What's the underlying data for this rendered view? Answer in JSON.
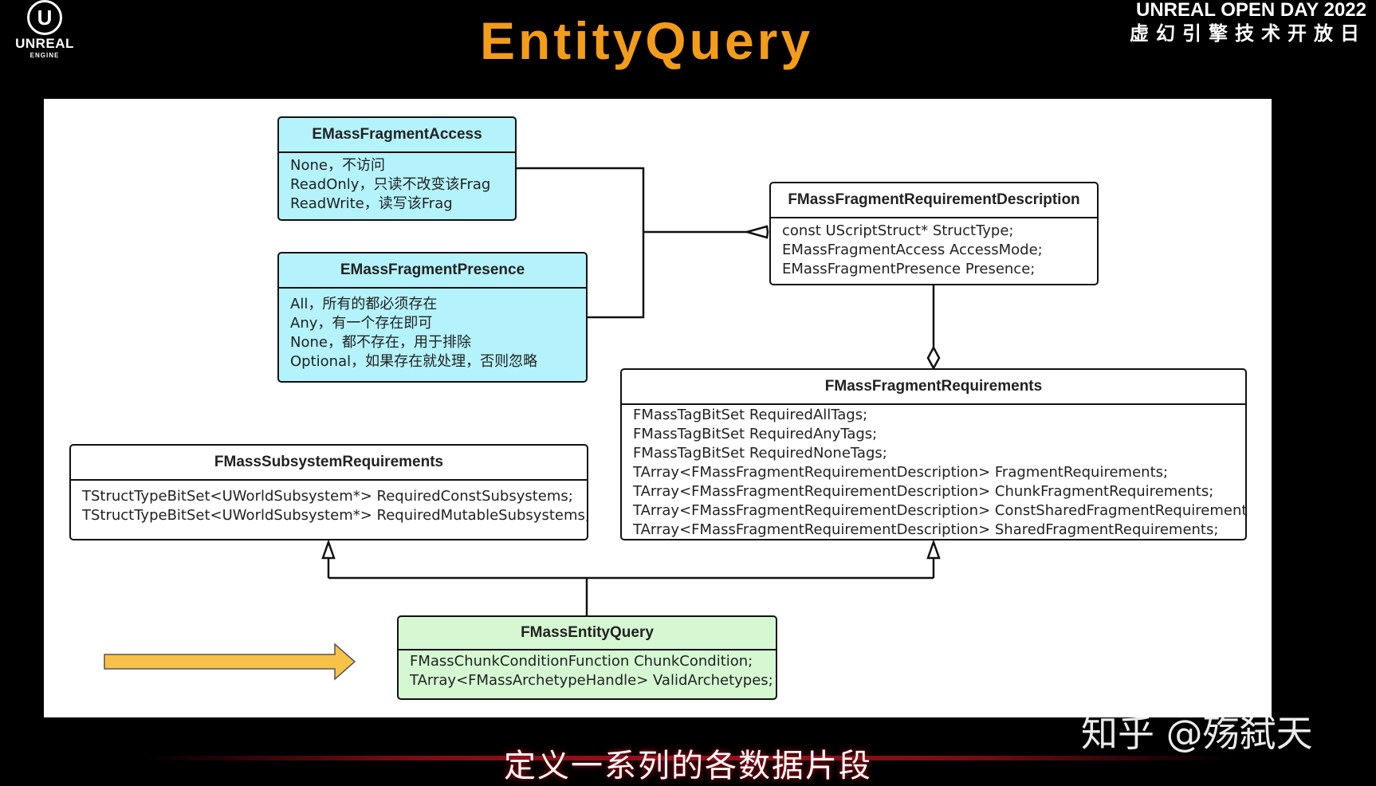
{
  "header": {
    "logo_mark": "U",
    "logo_line1": "UNREAL",
    "logo_line2": "ENGINE",
    "title": "EntityQuery",
    "event_line1": "UNREAL OPEN DAY 2022",
    "event_line2": "虚幻引擎技术开放日"
  },
  "diagram": {
    "fragment_access": {
      "name": "EMassFragmentAccess",
      "lines": [
        "None，不访问",
        "ReadOnly，只读不改变该Frag",
        "ReadWrite，读写该Frag"
      ]
    },
    "fragment_presence": {
      "name": "EMassFragmentPresence",
      "lines": [
        "All，所有的都必须存在",
        "Any，有一个存在即可",
        "None，都不存在，用于排除",
        "Optional，如果存在就处理，否则忽略"
      ]
    },
    "requirement_description": {
      "name": "FMassFragmentRequirementDescription",
      "lines": [
        "const UScriptStruct* StructType;",
        "EMassFragmentAccess AccessMode;",
        "EMassFragmentPresence Presence;"
      ]
    },
    "fragment_requirements": {
      "name": "FMassFragmentRequirements",
      "lines": [
        "FMassTagBitSet RequiredAllTags;",
        "FMassTagBitSet RequiredAnyTags;",
        "FMassTagBitSet RequiredNoneTags;",
        "TArray<FMassFragmentRequirementDescription> FragmentRequirements;",
        "TArray<FMassFragmentRequirementDescription> ChunkFragmentRequirements;",
        "TArray<FMassFragmentRequirementDescription> ConstSharedFragmentRequirements;",
        "TArray<FMassFragmentRequirementDescription> SharedFragmentRequirements;"
      ]
    },
    "subsystem_requirements": {
      "name": "FMassSubsystemRequirements",
      "lines": [
        "TStructTypeBitSet<UWorldSubsystem*> RequiredConstSubsystems;",
        "TStructTypeBitSet<UWorldSubsystem*> RequiredMutableSubsystems;"
      ]
    },
    "entity_query": {
      "name": "FMassEntityQuery",
      "lines": [
        "FMassChunkConditionFunction ChunkCondition;",
        "TArray<FMassArchetypeHandle> ValidArchetypes;"
      ]
    }
  },
  "subtitle": "定义一系列的各数据片段",
  "watermark": "知乎 @殇弑天",
  "colors": {
    "title": "#f39c1a",
    "enum_box": "#b4f3fb",
    "query_box": "#d5f8d3",
    "arrow": "#f8c24a"
  }
}
